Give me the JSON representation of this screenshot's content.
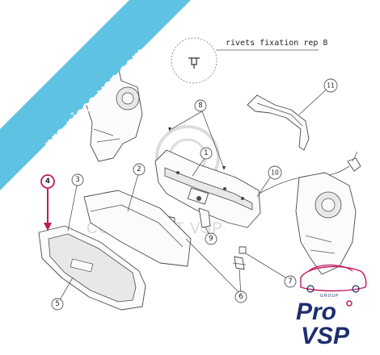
{
  "banner": {
    "text": "pro-piece-vsp.com",
    "color": "#5ec3e3"
  },
  "watermark": {
    "text": "COPYRIGHT VSP"
  },
  "rivet_note": {
    "text": "rivets fixation rep 8"
  },
  "callouts": [
    {
      "id": "1",
      "label": "1"
    },
    {
      "id": "2",
      "label": "2"
    },
    {
      "id": "3",
      "label": "3"
    },
    {
      "id": "4",
      "label": "4",
      "highlight": true
    },
    {
      "id": "5",
      "label": "5"
    },
    {
      "id": "6",
      "label": "6"
    },
    {
      "id": "7",
      "label": "7"
    },
    {
      "id": "8",
      "label": "8"
    },
    {
      "id": "9",
      "label": "9"
    },
    {
      "id": "10",
      "label": "10"
    },
    {
      "id": "11",
      "label": "11"
    }
  ],
  "highlight_color": "#c2185b",
  "logo": {
    "top": "Pro",
    "bottom": "VSP",
    "tag": "GROUP",
    "color": "#1d2f6f",
    "accent": "#c2185b"
  }
}
